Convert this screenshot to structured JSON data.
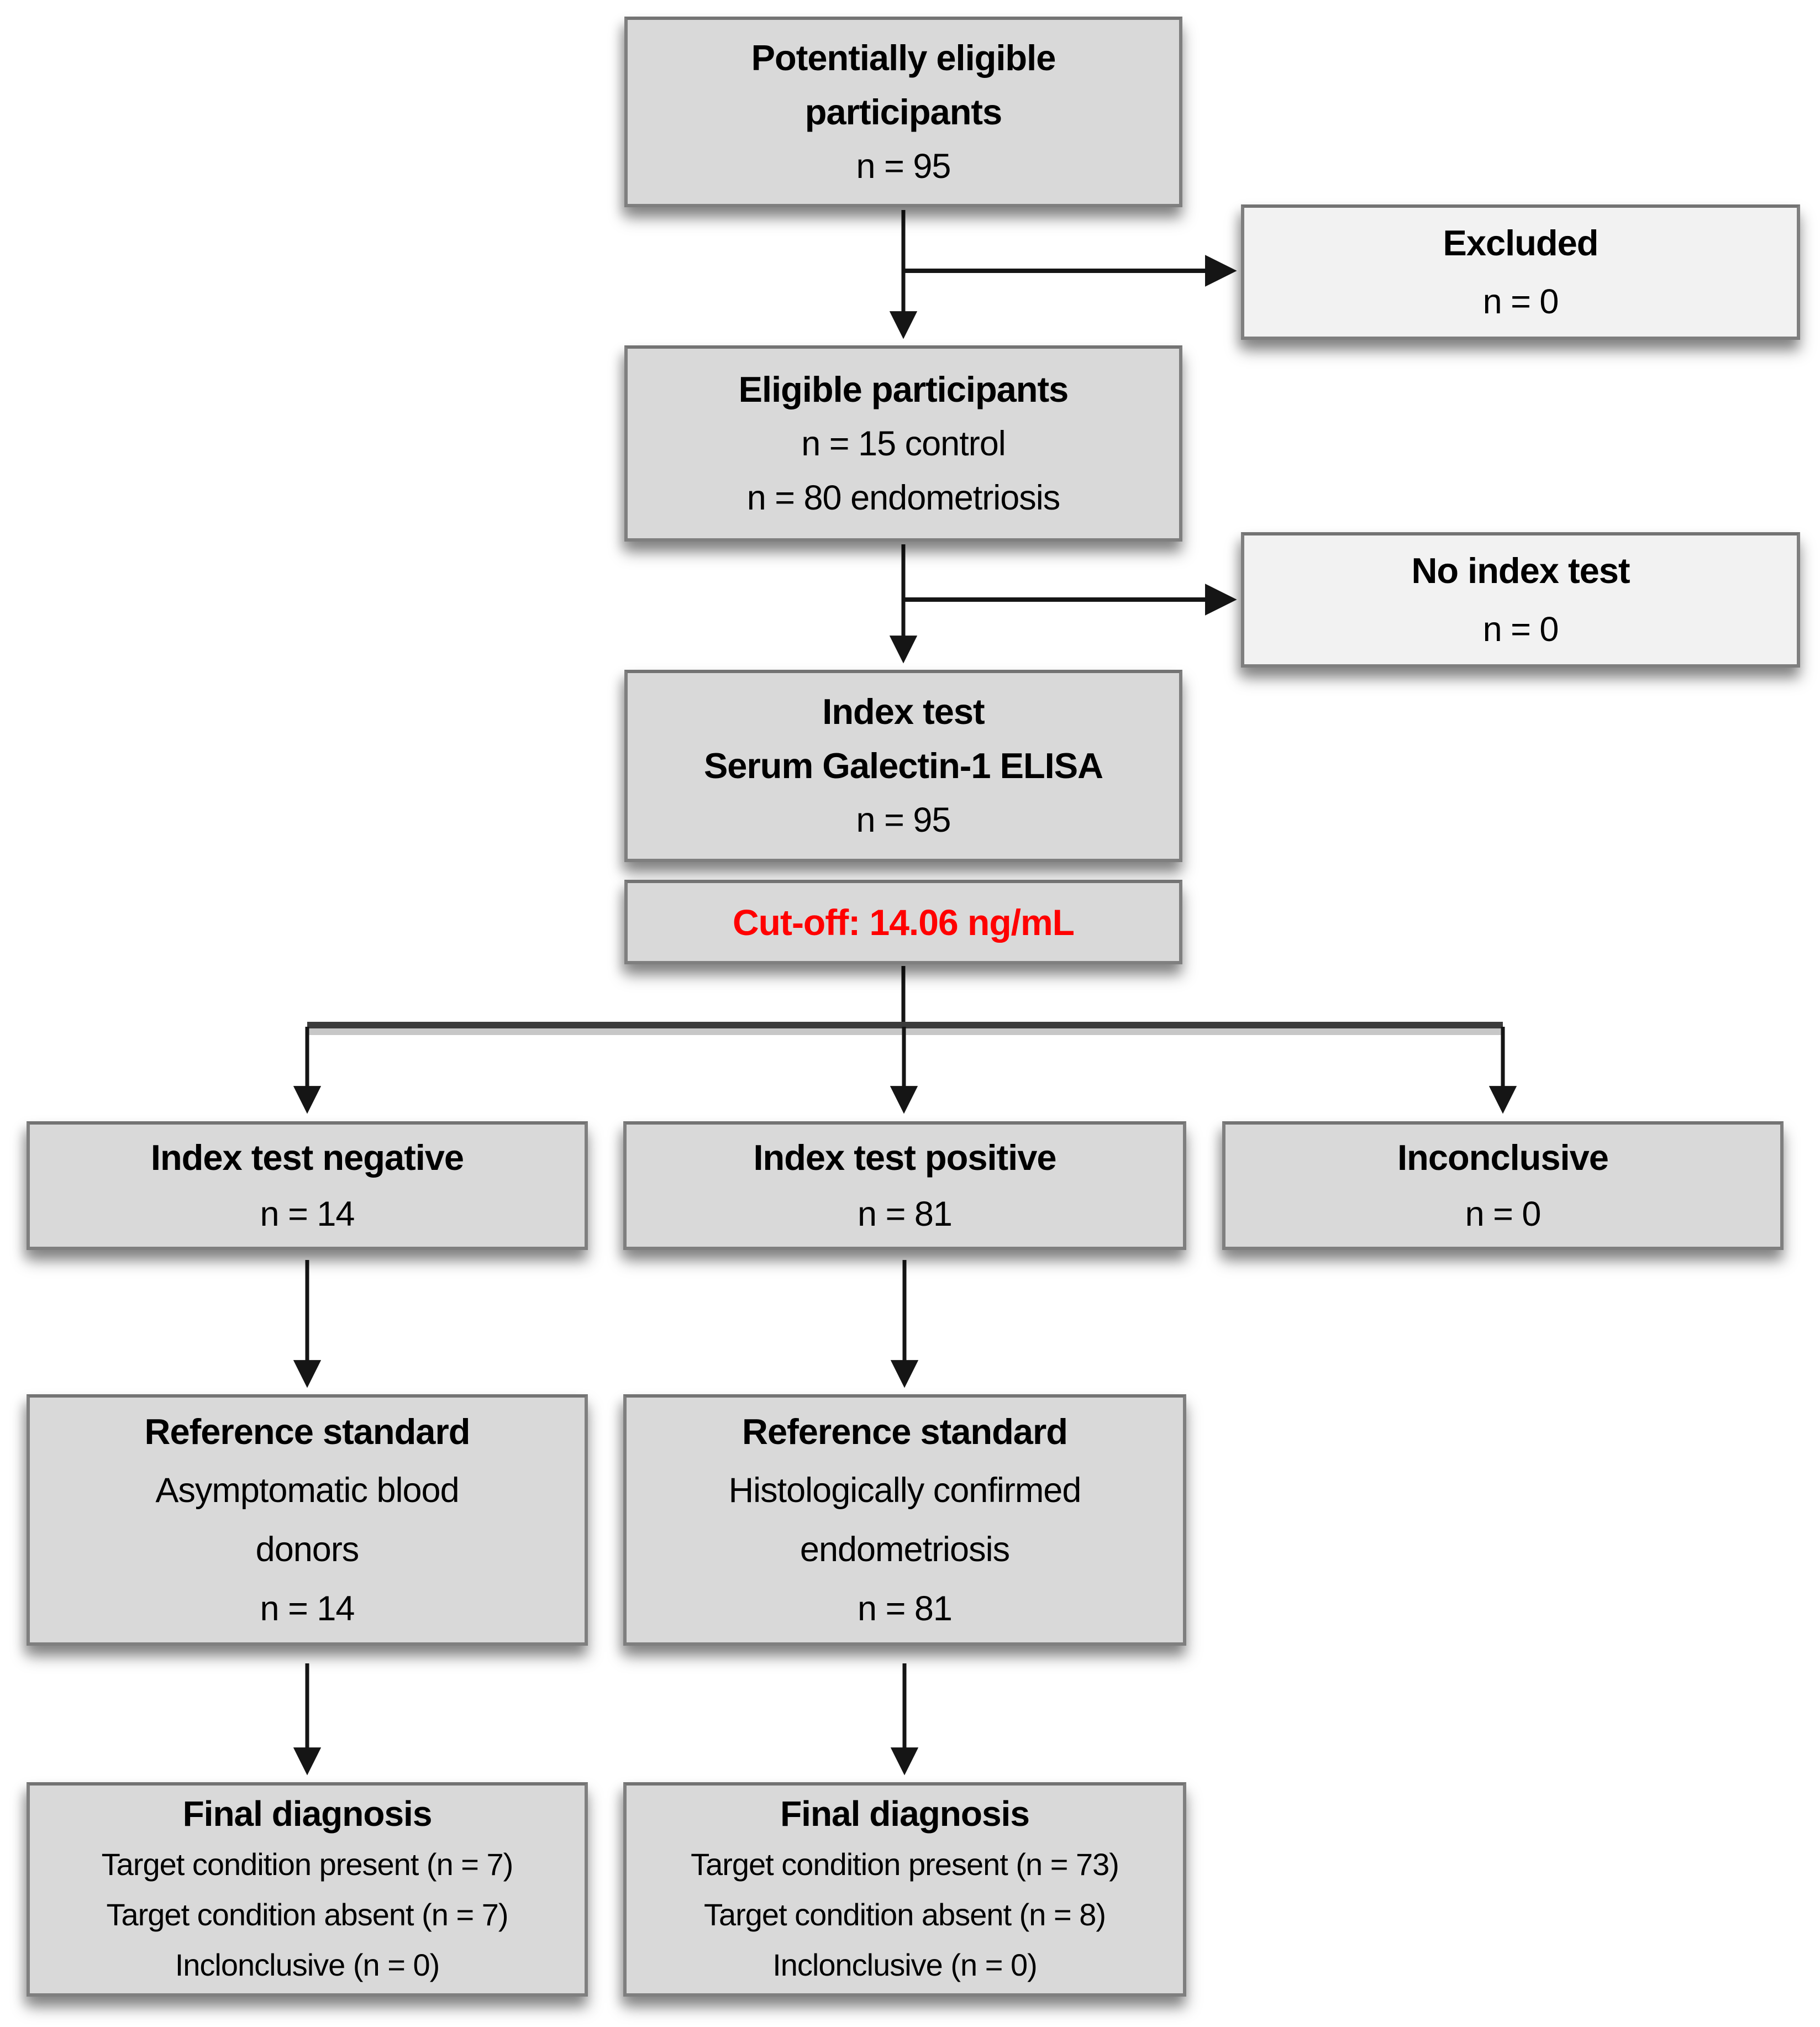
{
  "colors": {
    "background": "#ffffff",
    "main_box_fill": "#d9d9d9",
    "side_box_fill": "#f2f2f2",
    "box_border": "#7f7f7f",
    "arrow": "#151515",
    "text": "#000000",
    "cutoff_text": "#ff0000"
  },
  "boxes": {
    "potentially_eligible": {
      "line1": "Potentially eligible",
      "line2": "participants",
      "line3": "n = 95"
    },
    "excluded": {
      "line1": "Excluded",
      "line2": "n = 0"
    },
    "eligible": {
      "line1": "Eligible participants",
      "line2": "n = 15 control",
      "line3": "n = 80 endometriosis"
    },
    "no_index_test": {
      "line1": "No index test",
      "line2": "n = 0"
    },
    "index_test": {
      "line1": "Index test",
      "line2": "Serum Galectin-1 ELISA",
      "line3": "n = 95"
    },
    "cutoff": {
      "line1": "Cut-off: 14.06 ng/mL"
    },
    "index_negative": {
      "line1": "Index test negative",
      "line2": "n = 14"
    },
    "index_positive": {
      "line1": "Index test positive",
      "line2": "n = 81"
    },
    "inconclusive": {
      "line1": "Inconclusive",
      "line2": "n = 0"
    },
    "reference_negative": {
      "line1": "Reference standard",
      "line2": "Asymptomatic blood",
      "line3": "donors",
      "line4": "n = 14"
    },
    "reference_positive": {
      "line1": "Reference standard",
      "line2": "Histologically confirmed",
      "line3": "endometriosis",
      "line4": "n = 81"
    },
    "final_negative": {
      "line1": "Final diagnosis",
      "line2": "Target condition present (n = 7)",
      "line3": "Target condition absent (n = 7)",
      "line4": "Inclonclusive (n = 0)"
    },
    "final_positive": {
      "line1": "Final diagnosis",
      "line2": "Target condition present (n = 73)",
      "line3": "Target condition absent (n = 8)",
      "line4": "Inclonclusive (n = 0)"
    }
  }
}
